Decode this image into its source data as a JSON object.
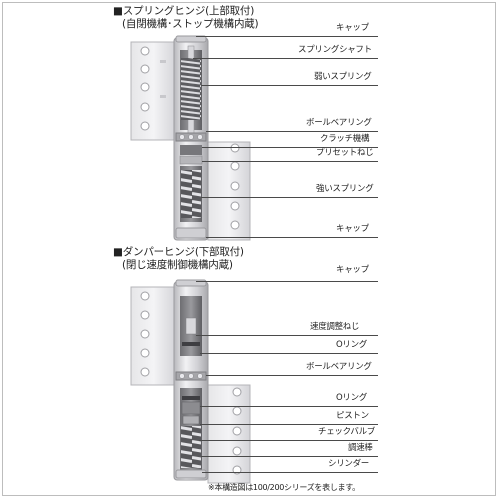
{
  "spring_hinge": {
    "title_line1": "■スプリングヒンジ(上部取付)",
    "title_line2": "(自閉機構･ストップ機構内蔵)",
    "labels": [
      "キャップ",
      "スプリングシャフト",
      "弱いスプリング",
      "ボールベアリング",
      "クラッチ機構",
      "プリセットねじ",
      "強いスプリング",
      "キャップ"
    ]
  },
  "damper_hinge": {
    "title_line1": "■ダンパーヒンジ(下部取付)",
    "title_line2": "(閉じ速度制御機構内蔵)",
    "labels": [
      "キャップ",
      "速度調整ねじ",
      "Oリング",
      "ボールベアリング",
      "Oリング",
      "ピストン",
      "チェックバルブ",
      "調速棒",
      "シリンダー"
    ]
  },
  "footnote": "※本構造図は100/200シリーズを表します。"
}
